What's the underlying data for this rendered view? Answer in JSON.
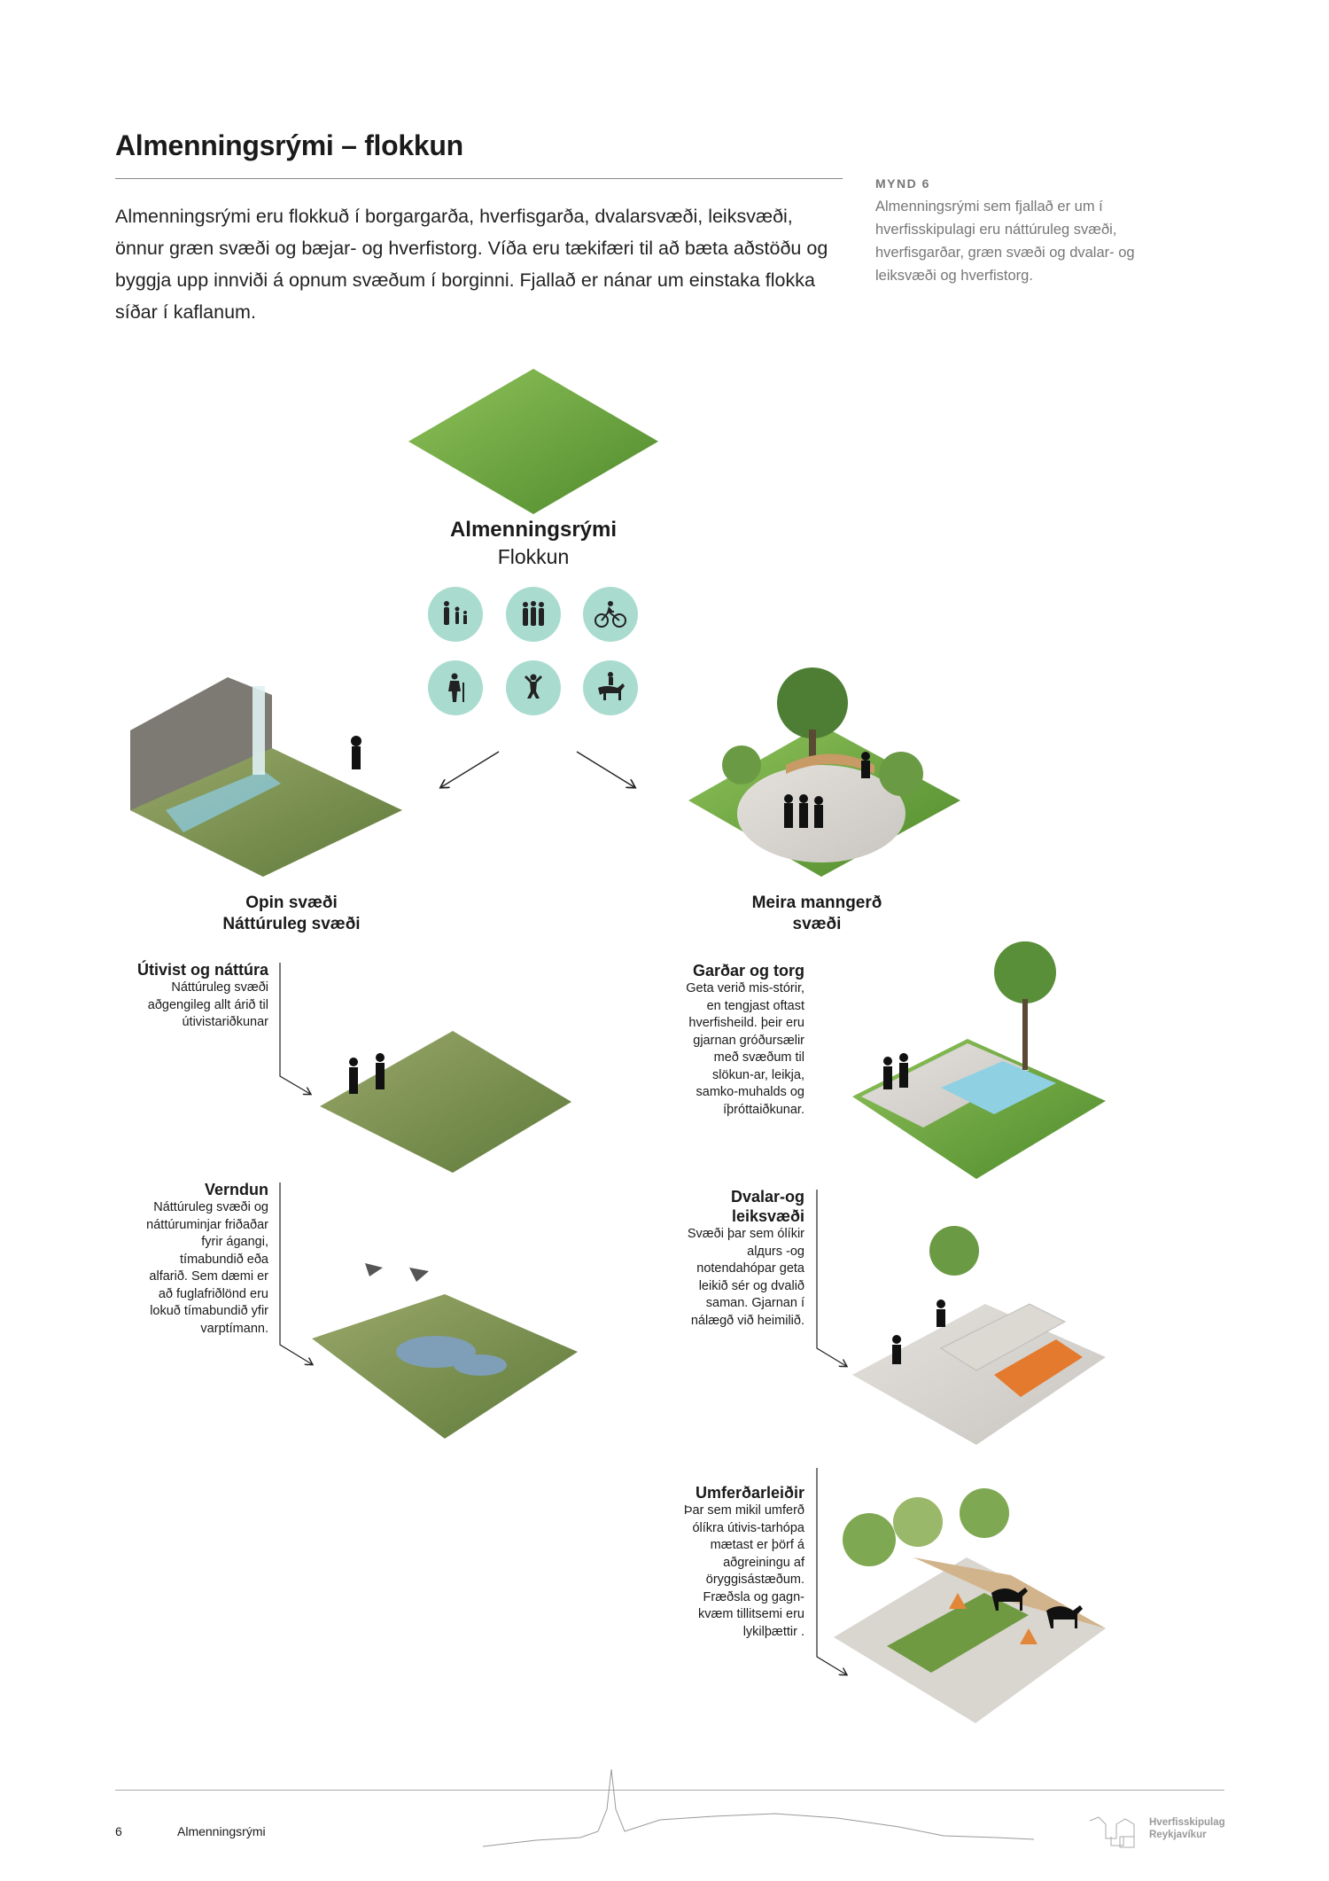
{
  "header": {
    "title": "Almenningsrými – flokkun",
    "intro": "Almenningsrými eru flokkuð í borgargarða, hverfisgarða, dvalarsvæði, leiksvæði, önnur græn svæði og bæjar- og hverfistorg. Víða eru tækifæri til að bæta aðstöðu og byggja upp innviði á opnum svæðum í borginni. Fjallað er nánar um einstaka flokka síðar í kaflanum."
  },
  "caption": {
    "label": "MYND 6",
    "text": "Almenningsrými sem fjallað er um í hverfisskipulagi eru náttúruleg svæði, hverfisgarðar, græn svæði og dvalar- og leiksvæði og hverfistorg."
  },
  "diagram": {
    "root": {
      "title": "Almenningsrými",
      "subtitle": "Flokkun"
    },
    "icons": [
      "family-walking-icon",
      "group-people-icon",
      "cyclist-icon",
      "hiker-icon",
      "child-jumping-icon",
      "horse-rider-icon"
    ],
    "icon_color": "#a9dccf",
    "left_branch": {
      "line1": "Opin svæði",
      "line2": "Náttúruleg svæði"
    },
    "right_branch": {
      "line1": "Meira manngerð",
      "line2": "svæði"
    },
    "categories": [
      {
        "title": "Útivist og náttúra",
        "text": "Náttúruleg svæði aðgengileg allt árið til útivistariðkunar"
      },
      {
        "title": "Verndun",
        "text": "Náttúruleg svæði og náttúruminjar friðaðar fyrir ágangi, tímabundið eða alfarið. Sem dæmi er að fuglafriðlönd eru lokuð tímabundið yfir varptímann."
      },
      {
        "title": "Garðar og torg",
        "text": "Geta verið mis-stórir, en tengjast oftast hverfisheild. þeir eru gjarnan gróðursælir með svæðum til slökun-ar, leikja, samko-muhalds og íþróttaiðkunar."
      },
      {
        "title": "Dvalar-og leiksvæði",
        "text": "Svæði þar sem ólíkir alдurs -og notendahópar geta leikið sér og dvalið saman. Gjarnan í nálægð við heimilið."
      },
      {
        "title": "Umferðarleiðir",
        "text": "Þar sem mikil umferð ólíkra útivis-tarhópa mætast er þörf á aðgreiningu af öryggisástæðum. Fræðsla og gagn-kvæm tillitsemi eru lykilþættir ."
      }
    ]
  },
  "footer": {
    "page_number": "6",
    "section": "Almenningsrými",
    "logo_line1": "Hverfisskipulag",
    "logo_line2": "Reykjavíkur"
  }
}
